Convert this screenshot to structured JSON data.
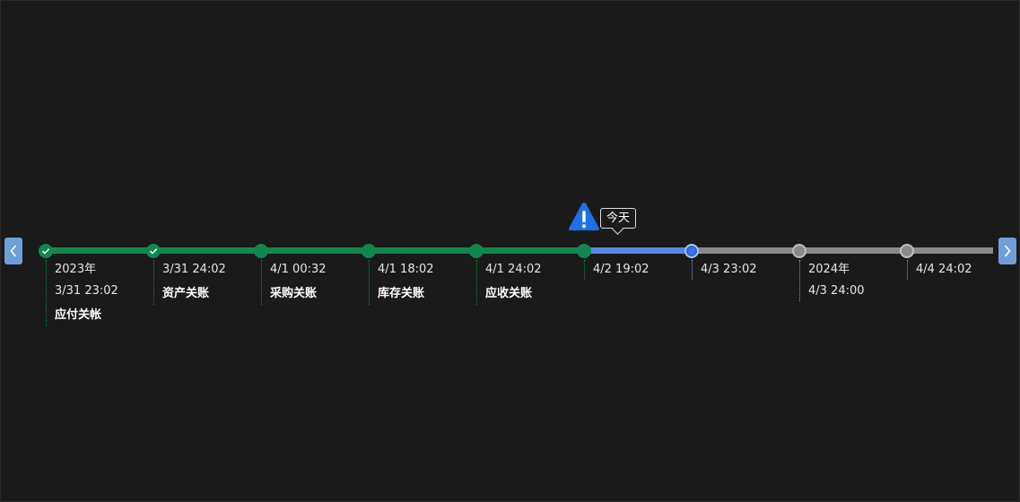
{
  "navigation": {
    "prev_icon": "chevron-left-icon",
    "next_icon": "chevron-right-icon"
  },
  "today_marker": {
    "icon": "warning-triangle-icon",
    "label": "今天"
  },
  "colors": {
    "completed": "#13864d",
    "today": "#5b86e5",
    "future": "#8a8a8a",
    "nav": "#6f9fd8",
    "background": "#1a1a1a"
  },
  "timeline": [
    {
      "status": "completed",
      "lines": [
        "2023年",
        "3/31 23:02"
      ],
      "label": "应付关帐"
    },
    {
      "status": "completed",
      "lines": [
        "3/31 24:02"
      ],
      "label": "资产关账"
    },
    {
      "status": "completed",
      "lines": [
        "4/1 00:32"
      ],
      "label": "采购关账"
    },
    {
      "status": "completed",
      "lines": [
        "4/1 18:02"
      ],
      "label": "库存关账"
    },
    {
      "status": "completed",
      "lines": [
        "4/1 24:02"
      ],
      "label": "应收关账"
    },
    {
      "status": "completed",
      "lines": [
        "4/2 19:02"
      ],
      "label": ""
    },
    {
      "status": "current",
      "lines": [
        "4/3 23:02"
      ],
      "label": ""
    },
    {
      "status": "future",
      "lines": [
        "2024年",
        "4/3 24:00"
      ],
      "label": ""
    },
    {
      "status": "future",
      "lines": [
        "4/4 24:02"
      ],
      "label": ""
    }
  ]
}
